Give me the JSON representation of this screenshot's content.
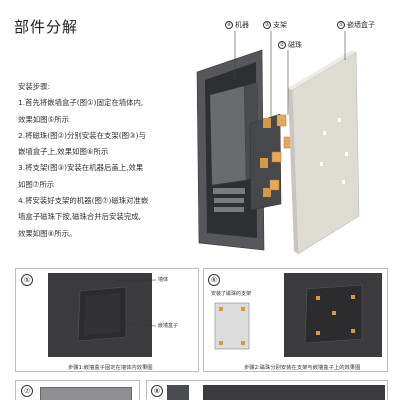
{
  "title": "部件分解",
  "callouts": {
    "machine": {
      "num": "④",
      "label": "机器"
    },
    "bracket": {
      "num": "③",
      "label": "支架"
    },
    "magnet": {
      "num": "②",
      "label": "磁珠"
    },
    "box": {
      "num": "①",
      "label": "嵌墙盒子"
    }
  },
  "steps": [
    "安装步骤:",
    "1.首先将嵌墙盒子(图①)固定在墙体内,",
    "效果如图⑤所示",
    "2.将磁珠(图②)分别安装在支架(图③)与",
    "嵌墙盒子上,效果如图⑥所示",
    "3.将支架(图③)安装在机器后盖上,效果",
    "如图⑦所示",
    "4.将安装好支架的机器(图⑦)磁珠对准嵌",
    "墙盒子磁珠下按,磁珠合并后安装完成,",
    "效果如图⑧所示。"
  ],
  "panel5": {
    "num": "⑤",
    "wall_label": "墙体",
    "box_label": "嵌墙盒子",
    "caption": "步骤1:嵌墙盒子固定在墙体内效果图"
  },
  "panel6": {
    "num": "⑥",
    "label": "安装了磁珠的支架",
    "caption": "步骤2:磁珠分别安装在支架与嵌墙盒子上的效果图"
  },
  "panel7": {
    "num": "⑦"
  },
  "panel8": {
    "num": "⑧"
  },
  "colors": {
    "magnet": "#d39a45",
    "dark_panel": "#3b3b3d",
    "box": "#dedbd3"
  }
}
